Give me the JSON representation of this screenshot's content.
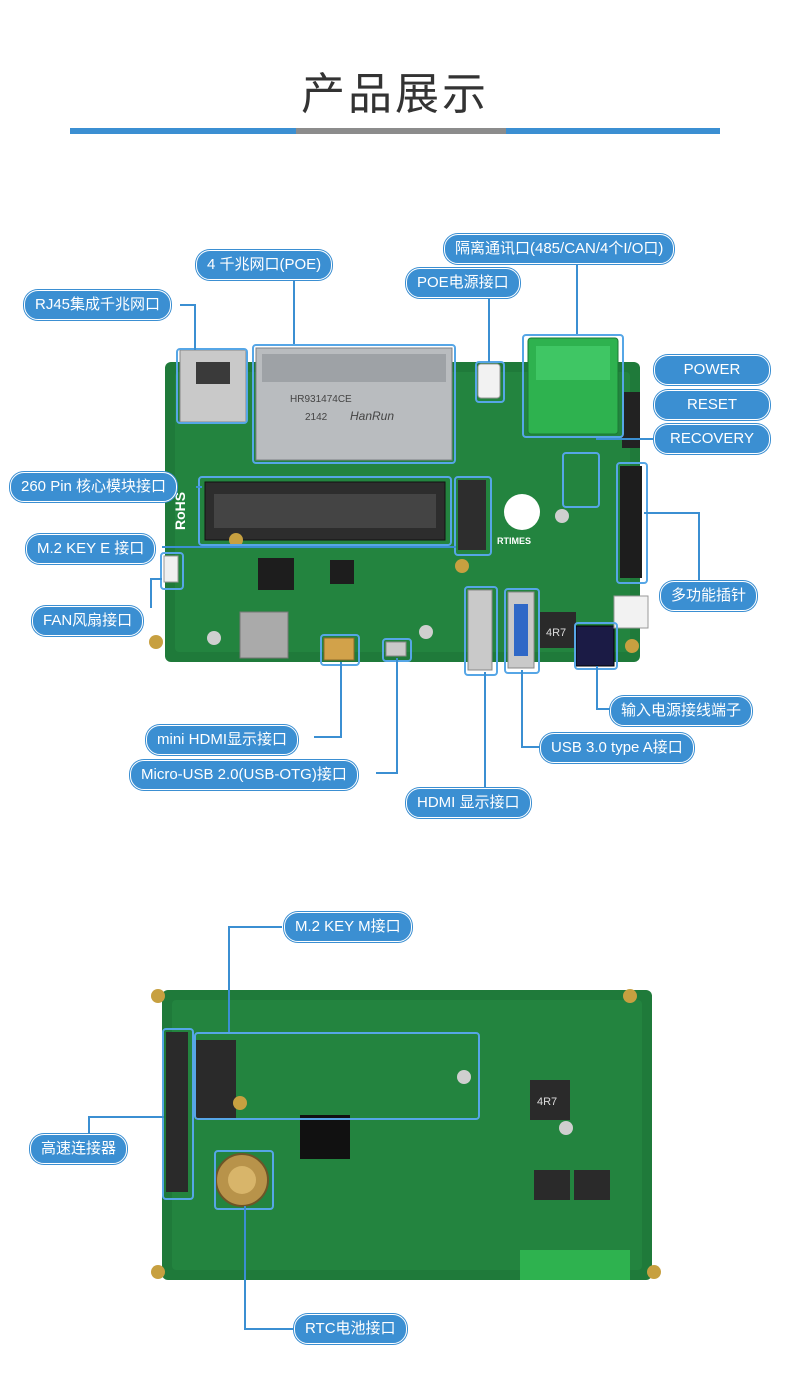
{
  "header": {
    "title": "产品展示"
  },
  "colors": {
    "accent": "#3b8fd2",
    "bar_gray": "#8c8c8c",
    "pcb_green": "#1f7a3a"
  },
  "top_board": {
    "silkscreen": {
      "brand": "RTIMES",
      "rohs": "RoHS",
      "transformer_a": "HanRun",
      "transformer_b": "HR931474CE",
      "transformer_c": "2142",
      "inductor": "4R7"
    },
    "labels": {
      "rj45": "RJ45集成千兆网口",
      "net4": "4 千兆网口(POE)",
      "poe_power": "POE电源接口",
      "isolated": "隔离通讯口(485/CAN/4个I/O口)",
      "power": "POWER",
      "reset": "RESET",
      "recovery": "RECOVERY",
      "core": "260 Pin 核心模块接口",
      "m2e": "M.2 KEY E 接口",
      "fan": "FAN风扇接口",
      "multi_pin": "多功能插针",
      "power_in": "输入电源接线端子",
      "usb3": "USB 3.0 type A接口",
      "mini_hdmi": "mini HDMI显示接口",
      "micro_usb": "Micro-USB 2.0(USB-OTG)接口",
      "hdmi": "HDMI 显示接口"
    }
  },
  "bottom_board": {
    "silkscreen": {
      "inductor": "4R7"
    },
    "labels": {
      "m2m": "M.2 KEY M接口",
      "hs_conn": "高速连接器",
      "rtc": "RTC电池接口"
    }
  }
}
